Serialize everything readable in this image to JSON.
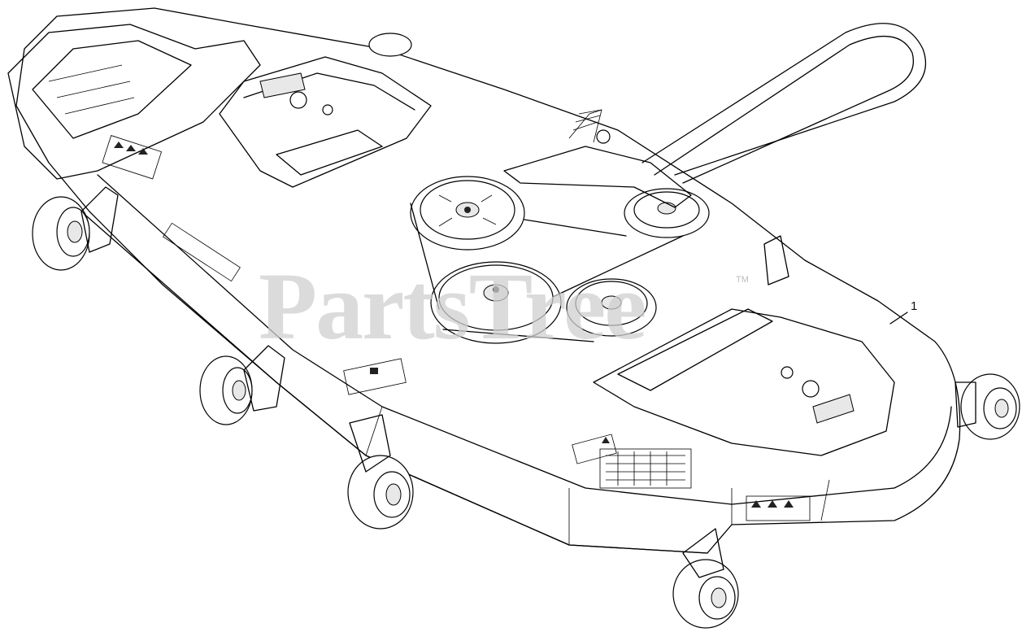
{
  "diagram": {
    "callouts": [
      {
        "id": "1",
        "label": "1"
      }
    ],
    "watermark": {
      "text": "PartsTree",
      "mark": "TM"
    },
    "colors": {
      "line": "#000000",
      "watermark": "#cfcfcf",
      "background": "#ffffff"
    }
  }
}
